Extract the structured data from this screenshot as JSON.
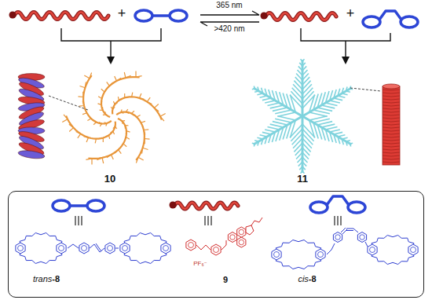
{
  "diagram": {
    "nodes": [
      {
        "text": [
          "trans-8",
          "9",
          "PF₆⁻",
          "cis-8"
        ]
      }
    ],
    "labels": [
      "365 nm",
      ">420 nm",
      "+",
      "+",
      "10",
      "11"
    ]
  }
}
